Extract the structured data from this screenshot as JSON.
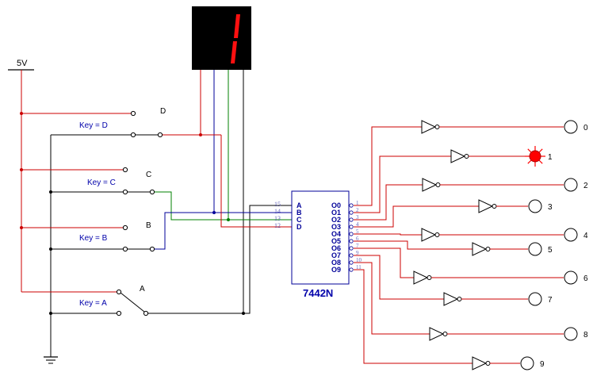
{
  "supply": {
    "label": "5V"
  },
  "display": {
    "digits": "1"
  },
  "switches": [
    {
      "name": "D",
      "key_label": "Key = D"
    },
    {
      "name": "C",
      "key_label": "Key = C"
    },
    {
      "name": "B",
      "key_label": "Key = B"
    },
    {
      "name": "A",
      "key_label": "Key = A"
    }
  ],
  "chip": {
    "name": "7442N",
    "input_labels": [
      "A",
      "B",
      "C",
      "D"
    ],
    "input_pins": [
      "15",
      "14",
      "13",
      "12"
    ],
    "output_labels": [
      "O0",
      "O1",
      "O2",
      "O3",
      "O4",
      "O5",
      "O6",
      "O7",
      "O8",
      "O9"
    ],
    "output_pins": [
      "1",
      "2",
      "3",
      "4",
      "5",
      "6",
      "7",
      "9",
      "10",
      "11"
    ]
  },
  "outputs": [
    {
      "label": "0",
      "lit": false
    },
    {
      "label": "1",
      "lit": true
    },
    {
      "label": "2",
      "lit": false
    },
    {
      "label": "3",
      "lit": false
    },
    {
      "label": "4",
      "lit": false
    },
    {
      "label": "5",
      "lit": false
    },
    {
      "label": "6",
      "lit": false
    },
    {
      "label": "7",
      "lit": false
    },
    {
      "label": "8",
      "lit": false
    },
    {
      "label": "9",
      "lit": false
    }
  ],
  "colors": {
    "supply_wire": "#cc0000",
    "ground_wire": "#000000",
    "wire_A": "#000000",
    "wire_B": "#008000",
    "wire_C": "#000099",
    "wire_D": "#cc0000",
    "output_wire": "#cc0000",
    "label_blue": "#0000aa",
    "chip_outline": "#000099",
    "segment_on": "#ff1010",
    "probe_lit": "#ff0000"
  }
}
